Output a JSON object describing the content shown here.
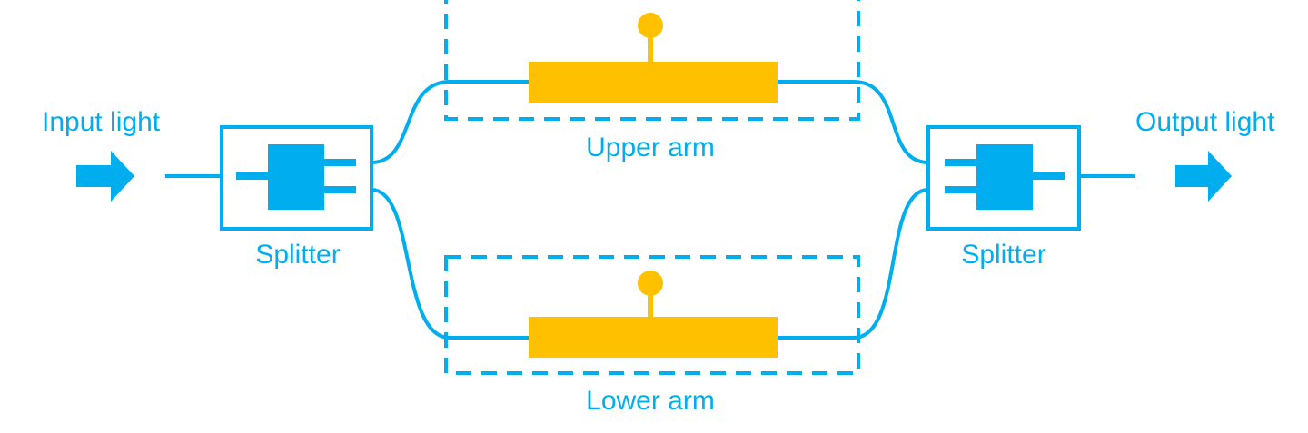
{
  "labels": {
    "input": "Input light",
    "output": "Output light",
    "upper_arm": "Upper arm",
    "lower_arm": "Lower arm",
    "splitter_left": "Splitter",
    "splitter_right": "Splitter"
  },
  "colors": {
    "waveguide": "#00aeef",
    "electrode": "#ffc000",
    "background": "#ffffff"
  },
  "icons": {
    "input_arrow": "arrow-right-icon",
    "output_arrow": "arrow-right-icon",
    "phase_contact": "pin-icon"
  }
}
